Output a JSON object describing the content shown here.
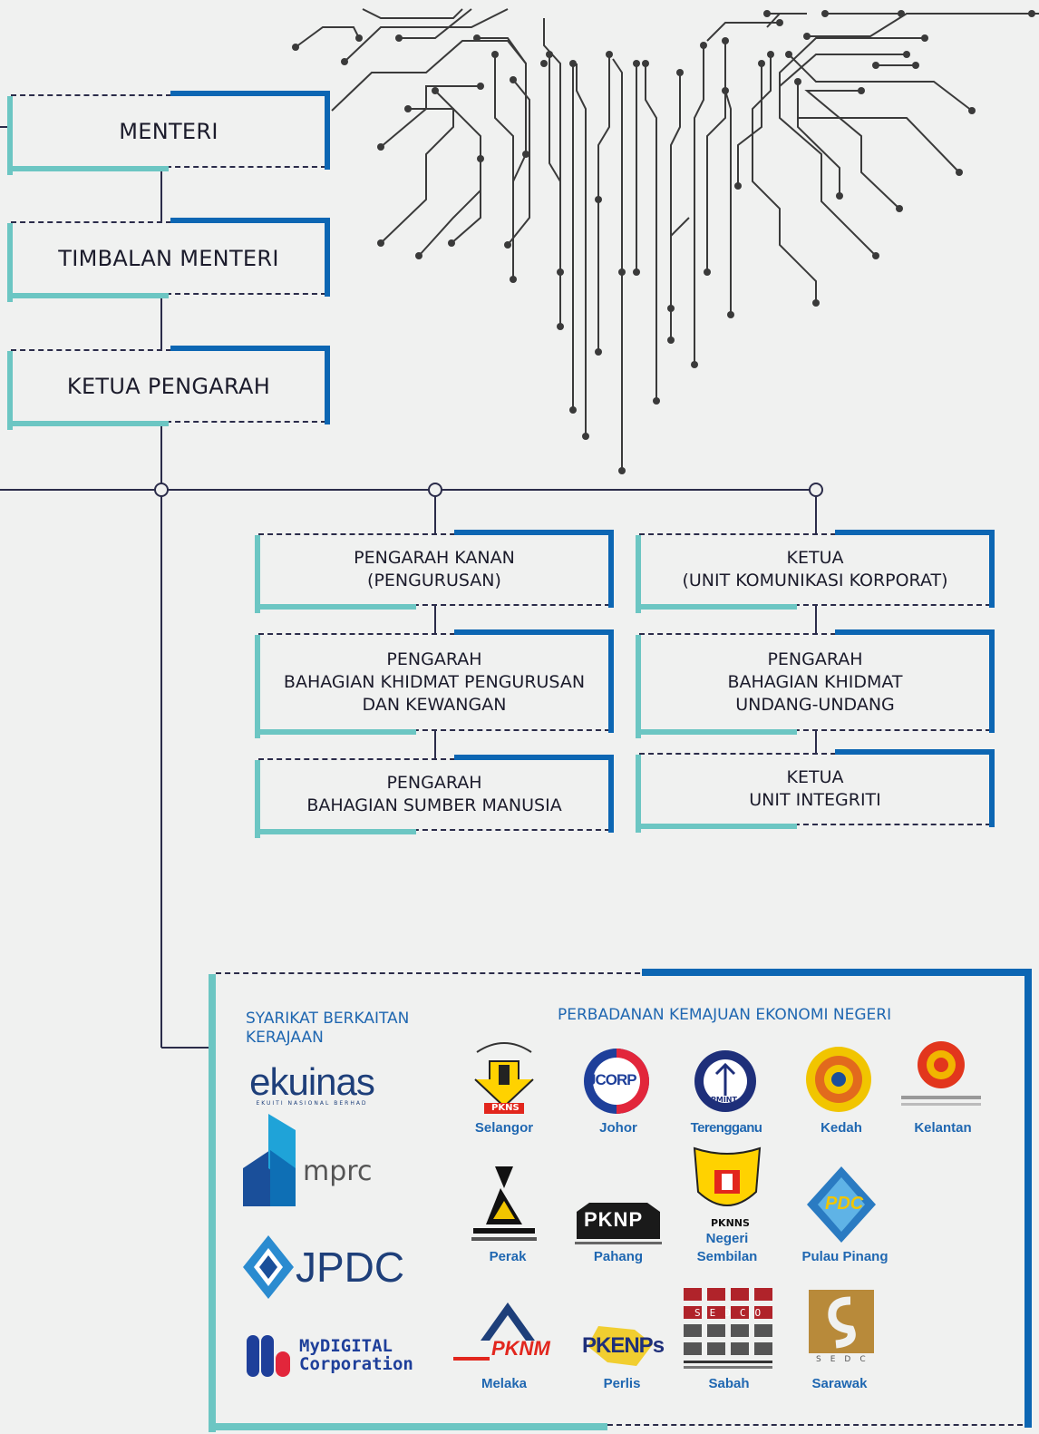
{
  "org": {
    "menteri": "MENTERI",
    "timbalan_menteri": "TIMBALAN MENTERI",
    "ketua_pengarah": "KETUA PENGARAH",
    "left_col": [
      {
        "line1": "PENGARAH KANAN",
        "line2": "(PENGURUSAN)",
        "line3": ""
      },
      {
        "line1": "PENGARAH",
        "line2": "BAHAGIAN KHIDMAT PENGURUSAN",
        "line3": "DAN KEWANGAN"
      },
      {
        "line1": "PENGARAH",
        "line2": "BAHAGIAN SUMBER MANUSIA",
        "line3": ""
      }
    ],
    "right_col": [
      {
        "line1": "KETUA",
        "line2": "(UNIT KOMUNIKASI KORPORAT)",
        "line3": ""
      },
      {
        "line1": "PENGARAH",
        "line2": "BAHAGIAN KHIDMAT",
        "line3": "UNDANG-UNDANG"
      },
      {
        "line1": "KETUA",
        "line2": "UNIT INTEGRITI",
        "line3": ""
      }
    ]
  },
  "agencies": {
    "glc_title_line1": "SYARIKAT BERKAITAN",
    "glc_title_line2": "KERAJAAN",
    "sedc_title": "PERBADANAN KEMAJUAN EKONOMI NEGERI",
    "glc_logos": [
      {
        "text": "ekuinas",
        "subtext": "EKUITI NASIONAL BERHAD"
      },
      {
        "text": "mprc",
        "subtext": ""
      },
      {
        "text": "JPDC",
        "subtext": ""
      },
      {
        "text": "MyDIGITAL",
        "subtext": "Corporation"
      }
    ],
    "states": {
      "selangor": "Selangor",
      "johor": "Johor",
      "terengganu": "Terengganu",
      "kedah": "Kedah",
      "kelantan": "Kelantan",
      "perak": "Perak",
      "pahang": "Pahang",
      "negeri_sembilan_1": "Negeri",
      "negeri_sembilan_2": "Sembilan",
      "pulau_pinang": "Pulau Pinang",
      "melaka": "Melaka",
      "perlis": "Perlis",
      "sabah": "Sabah",
      "sarawak": "Sarawak"
    },
    "logo_text": {
      "pkns": "PKNS",
      "jcorp": "JCORP",
      "pmint": "PMINT",
      "pknp": "PKNP",
      "pknns": "PKNNS",
      "pdc": "PDC",
      "pknm": "PKNM",
      "pkenps": "PKENPs",
      "sedco": "SEDCO",
      "sedc": "SEDC"
    }
  },
  "colors": {
    "accent_blue": "#0c66b3",
    "accent_teal": "#6cc6c3",
    "line_dark": "#2b2c4a",
    "caption_blue": "#1f67b1"
  }
}
